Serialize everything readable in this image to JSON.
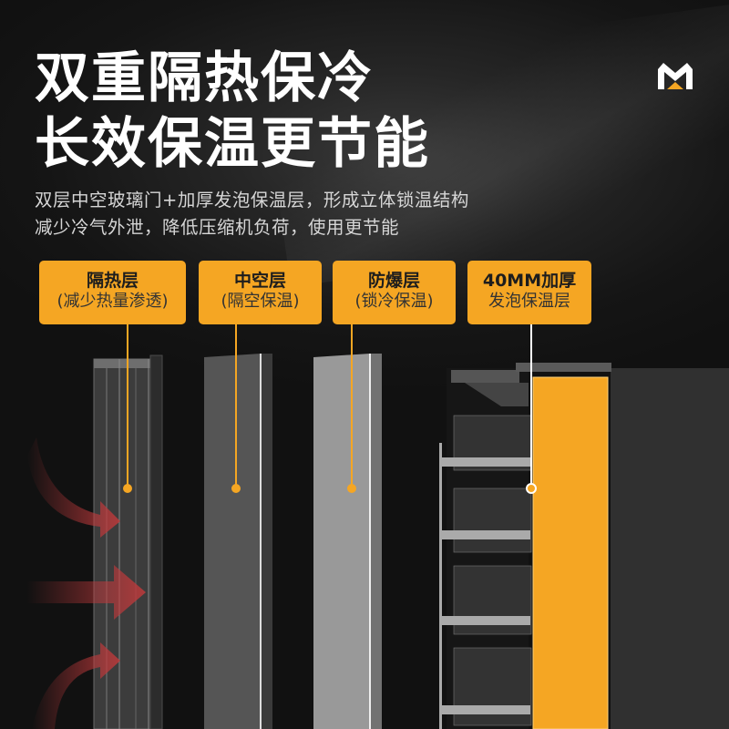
{
  "headline": {
    "line1": "双重隔热保冷",
    "line2": "长效保温更节能"
  },
  "subtitle": {
    "line1": "双层中空玻璃门+加厚发泡保温层，形成立体锁温结构",
    "line2": "减少冷气外泄，降低压缩机负荷，使用更节能"
  },
  "brand": {
    "logo": "m-brand-logo",
    "accent": "#f5a623"
  },
  "layers": [
    {
      "title": "隔热层",
      "desc": "(减少热量渗透)"
    },
    {
      "title": "中空层",
      "desc": "(隔空保温)"
    },
    {
      "title": "防爆层",
      "desc": "(锁冷保温)"
    },
    {
      "title": "40MM加厚",
      "desc": "发泡保温层"
    }
  ],
  "colors": {
    "accent": "#f5a623",
    "background": "#111111",
    "heat_arrow": "#c0393b"
  }
}
